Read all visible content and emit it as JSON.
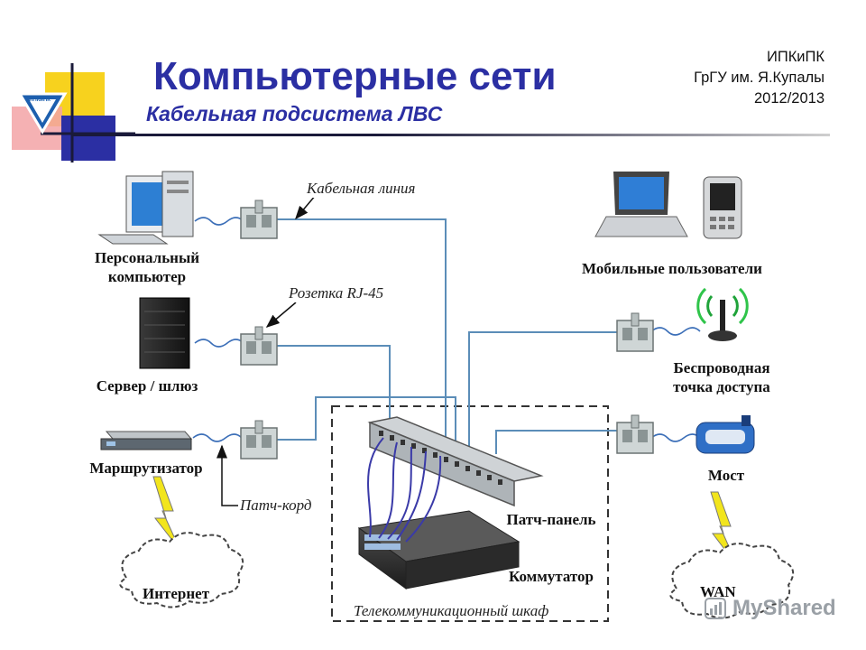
{
  "header": {
    "title": "Компьютерные сети",
    "subtitle": "Кабельная подсистема ЛВС",
    "institution_lines": [
      "ИПКиПК",
      "ГрГУ им. Я.Купалы",
      "2012/2013"
    ],
    "logo_text": "ИПКиПК"
  },
  "diagram": {
    "cable_line_label": "Кабельная линия",
    "rj45_label": "Розетка RJ-45",
    "patch_cord_label": "Патч-корд",
    "cabinet_label": "Телекоммуникационный шкаф",
    "devices": {
      "pc_line1": "Персональный",
      "pc_line2": "компьютер",
      "server": "Сервер / шлюз",
      "router": "Маршрутизатор",
      "mobile": "Мобильные пользователи",
      "ap_line1": "Беспроводная",
      "ap_line2": "точка доступа",
      "bridge": "Мост",
      "patch_panel": "Патч-панель",
      "switch": "Коммутатор"
    },
    "clouds": {
      "internet": "Интернет",
      "wan": "WAN"
    }
  },
  "watermark": "MyShared",
  "colors": {
    "title": "#2b2fa3",
    "cable": "#5b8db8",
    "patch_cord": "#3a3aa8",
    "lightning": "#f2e51c",
    "logo_yellow": "#f7d21e",
    "logo_blue": "#2b2fa3",
    "logo_red": "#e8646a"
  }
}
